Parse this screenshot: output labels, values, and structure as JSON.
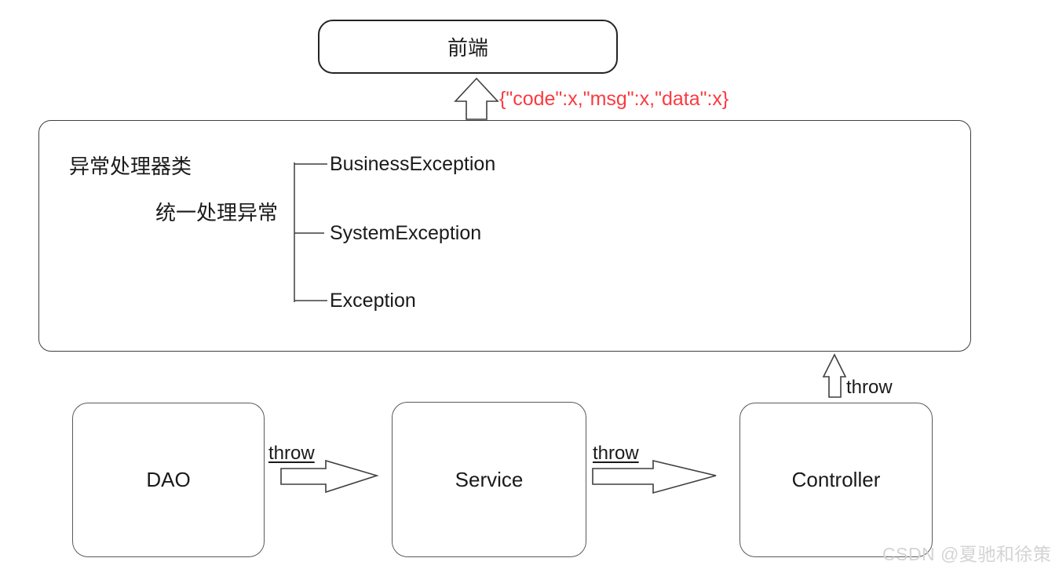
{
  "diagram": {
    "frontend": {
      "label": "前端"
    },
    "response_annotation": {
      "text": "{\"code\":x,\"msg\":x,\"data\":x}",
      "color": "#fa3b40"
    },
    "handler_box": {
      "title": "异常处理器类",
      "subtitle": "统一处理异常",
      "exceptions": [
        "BusinessException",
        "SystemException",
        "Exception"
      ]
    },
    "layers": [
      {
        "label": "DAO"
      },
      {
        "label": "Service"
      },
      {
        "label": "Controller"
      }
    ],
    "throws": {
      "dao_to_service": "throw",
      "service_to_controller": "throw",
      "controller_to_handler": "throw"
    },
    "watermark": "CSDN @夏驰和徐策",
    "colors": {
      "annotation_red": "#fa3b40",
      "box_border": "#595959",
      "line": "#3f3f3f",
      "watermark_gray": "#d4d4d4"
    }
  }
}
